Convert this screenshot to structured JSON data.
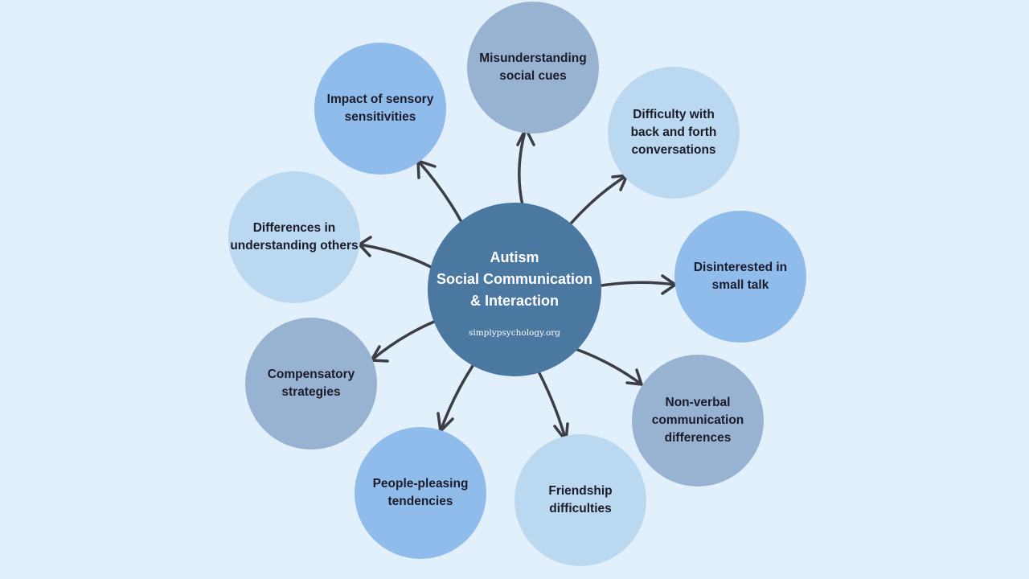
{
  "colors": {
    "background": "#e1f0fb",
    "hub": "#4a78a0",
    "arrow": "#3d3d45"
  },
  "hub": {
    "title_lines": [
      "Autism",
      "Social Communication",
      "& Interaction"
    ],
    "source": "simplypsychology.org"
  },
  "nodes": [
    {
      "id": "misunderstanding-social-cues",
      "label": "Misunderstanding social cues",
      "color": "#98b2d2"
    },
    {
      "id": "difficulty-back-and-forth",
      "label": "Difficulty with back and forth conversations",
      "color": "#bad8ef"
    },
    {
      "id": "disinterested-small-talk",
      "label": "Disinterested in small talk",
      "color": "#90bcec"
    },
    {
      "id": "non-verbal-differences",
      "label": "Non-verbal communication differences",
      "color": "#98b2d2"
    },
    {
      "id": "friendship-difficulties",
      "label": "Friendship difficulties",
      "color": "#bad8ef"
    },
    {
      "id": "people-pleasing",
      "label": "People-pleasing tendencies",
      "color": "#90bcec"
    },
    {
      "id": "compensatory-strategies",
      "label": "Compensatory strategies",
      "color": "#98b2d2"
    },
    {
      "id": "differences-understanding-others",
      "label": "Differences in understanding others",
      "color": "#bad8ef"
    },
    {
      "id": "sensory-sensitivities",
      "label": "Impact of sensory sensitivities",
      "color": "#90bcec"
    }
  ]
}
